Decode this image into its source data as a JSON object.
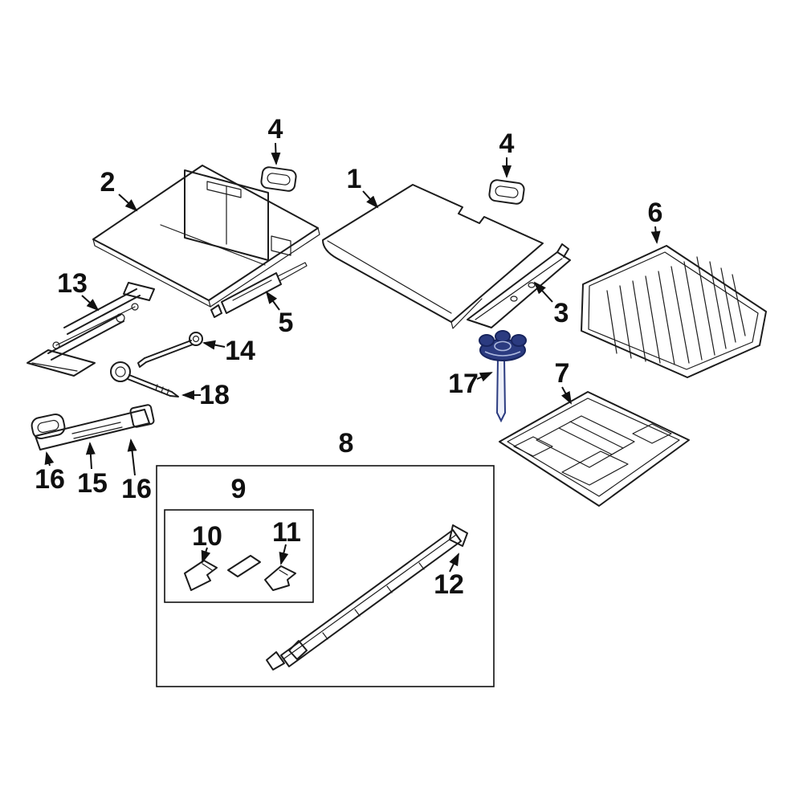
{
  "figure": {
    "type": "exploded-parts-diagram",
    "subject": "rear cargo area trim, trays and tool kit",
    "background": "#ffffff",
    "line_color": "#1c1c1c",
    "highlight": {
      "fill": "#2b3b80",
      "edge": "#18255e",
      "stem_fill": "#eef1fa"
    },
    "callouts": {
      "c1": "1",
      "c2": "2",
      "c3": "3",
      "c4a": "4",
      "c4b": "4",
      "c5": "5",
      "c6": "6",
      "c7": "7",
      "c8": "8",
      "c9": "9",
      "c10": "10",
      "c11": "11",
      "c12": "12",
      "c13": "13",
      "c14": "14",
      "c15": "15",
      "c16a": "16",
      "c16b": "16",
      "c17": "17",
      "c18": "18"
    }
  }
}
